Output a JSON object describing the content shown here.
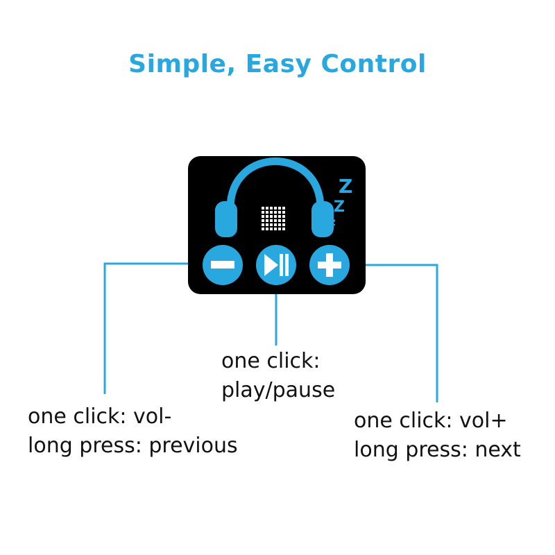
{
  "title": "Simple, Easy Control",
  "colors": {
    "accent": "#29a8e0",
    "device": "#000000",
    "text": "#111111",
    "background": "#ffffff"
  },
  "device": {
    "icons": [
      "headphones-icon",
      "speaker-grille-icon",
      "sleep-zzz-icon",
      "minus-icon",
      "play-pause-icon",
      "plus-icon"
    ],
    "zzz": [
      "Z",
      "Z",
      "z"
    ]
  },
  "labels": {
    "minus": {
      "line1": "one click: vol-",
      "line2": "long press: previous"
    },
    "play": {
      "line1": "one click:",
      "line2": "play/pause"
    },
    "plus": {
      "line1": "one click: vol+",
      "line2": "long press: next"
    }
  }
}
